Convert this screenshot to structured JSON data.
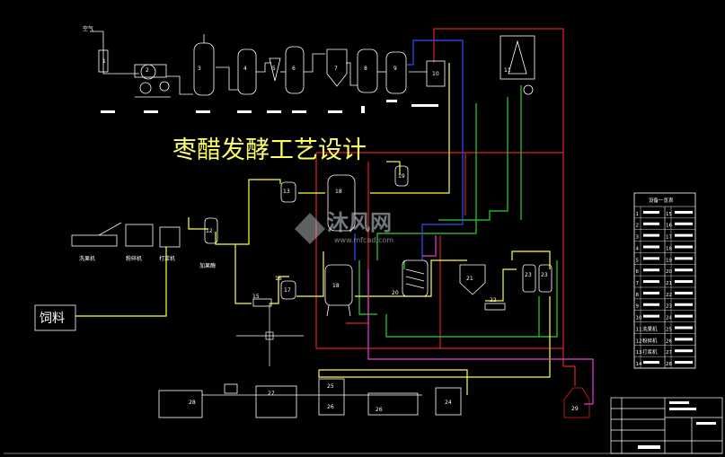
{
  "title": "枣醋发酵工艺设计",
  "feed_label": "饲料",
  "air_label": "空气",
  "machines": {
    "washer": "洗果机",
    "crusher": "粉碎机",
    "beater": "打浆机",
    "enzyme": "加果酶"
  },
  "equipment_numbers": {
    "top": [
      "1",
      "2",
      "3",
      "4",
      "5",
      "6",
      "7",
      "8",
      "9",
      "10",
      "11"
    ],
    "middle": [
      "12",
      "13",
      "15",
      "16",
      "17",
      "18",
      "19",
      "20",
      "21",
      "22",
      "23",
      "23"
    ],
    "bottom": [
      "24",
      "25",
      "26",
      "26",
      "27",
      "28",
      "29"
    ]
  },
  "equipment_table": {
    "title": "设备一览表",
    "left_numbers": [
      "1",
      "2",
      "3",
      "4",
      "5",
      "6",
      "7",
      "8",
      "9",
      "10",
      "11",
      "12",
      "13",
      "14"
    ],
    "right_numbers": [
      "15",
      "16",
      "17",
      "18",
      "19",
      "20",
      "21",
      "22",
      "23",
      "24",
      "25",
      "26",
      "27",
      "28"
    ],
    "row_labels": {
      "11": "洗果机",
      "12": "粉碎机",
      "13": "打浆机"
    }
  },
  "watermark": {
    "brand": "沐风网",
    "url": "www.mfcad.com"
  },
  "colors": {
    "background": "#000000",
    "title": "#ffff66",
    "pipe_red": "#e02020",
    "pipe_green": "#30d030",
    "pipe_yellow": "#ffff40",
    "pipe_blue": "#3050ff",
    "pipe_magenta": "#e040e0"
  }
}
